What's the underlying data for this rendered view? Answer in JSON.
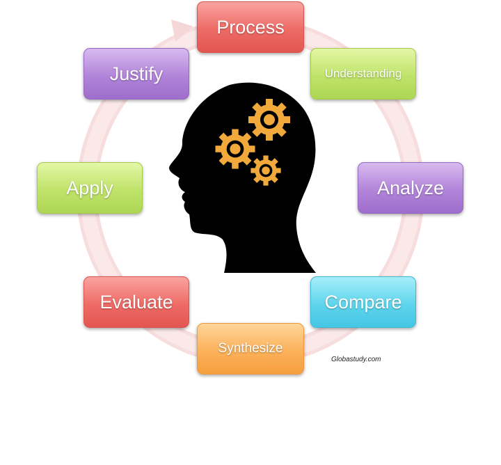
{
  "diagram": {
    "nodes": [
      {
        "label": "Process",
        "color": "#ee6b66"
      },
      {
        "label": "Understanding",
        "color": "#bfe36a"
      },
      {
        "label": "Analyze",
        "color": "#b184d9"
      },
      {
        "label": "Compare",
        "color": "#5fd4ec"
      },
      {
        "label": "Synthesize",
        "color": "#fbb15a"
      },
      {
        "label": "Evaluate",
        "color": "#ee6b66"
      },
      {
        "label": "Apply",
        "color": "#bfe36a"
      },
      {
        "label": "Justify",
        "color": "#b184d9"
      }
    ],
    "center_icon": "head-with-gears-icon",
    "gear_color": "#f2a93b",
    "cycle_arrow_color": "#f6d3d3",
    "credit": "Globastudy.com"
  }
}
